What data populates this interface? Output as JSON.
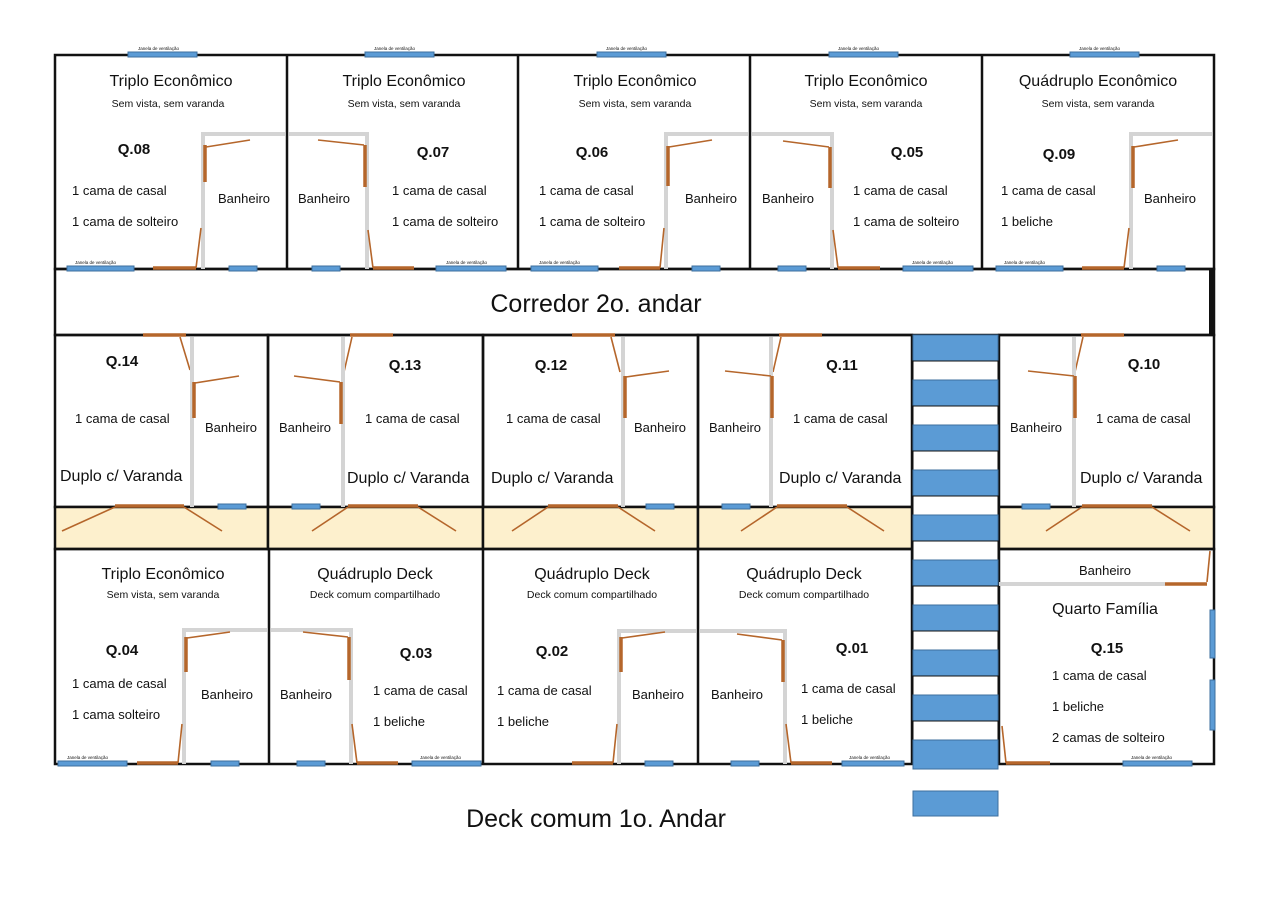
{
  "corridor_label": "Corredor 2o. andar",
  "deck_label": "Deck comum 1o. Andar",
  "window_label": "Janela de ventilação",
  "bathroom_label": "Banheiro",
  "top_rooms": [
    {
      "title": "Triplo Econômico",
      "subtitle": "Sem vista, sem varanda",
      "number": "Q.08",
      "beds": [
        "1 cama de casal",
        "1 cama de solteiro"
      ]
    },
    {
      "title": "Triplo Econômico",
      "subtitle": "Sem vista, sem varanda",
      "number": "Q.07",
      "beds": [
        "1 cama de casal",
        "1 cama de solteiro"
      ]
    },
    {
      "title": "Triplo Econômico",
      "subtitle": "Sem vista, sem varanda",
      "number": "Q.06",
      "beds": [
        "1 cama de casal",
        "1 cama de solteiro"
      ]
    },
    {
      "title": "Triplo Econômico",
      "subtitle": "Sem vista, sem varanda",
      "number": "Q.05",
      "beds": [
        "1 cama de casal",
        "1 cama de solteiro"
      ]
    },
    {
      "title": "Quádruplo Econômico",
      "subtitle": "Sem vista, sem varanda",
      "number": "Q.09",
      "beds": [
        "1 cama de casal",
        "1 beliche"
      ]
    }
  ],
  "middle_rooms": [
    {
      "number": "Q.14",
      "beds": [
        "1 cama de casal"
      ],
      "type": "Duplo c/ Varanda"
    },
    {
      "number": "Q.13",
      "beds": [
        "1 cama de casal"
      ],
      "type": "Duplo c/ Varanda"
    },
    {
      "number": "Q.12",
      "beds": [
        "1 cama de casal"
      ],
      "type": "Duplo c/ Varanda"
    },
    {
      "number": "Q.11",
      "beds": [
        "1 cama de casal"
      ],
      "type": "Duplo c/ Varanda"
    },
    {
      "number": "Q.10",
      "beds": [
        "1 cama de casal"
      ],
      "type": "Duplo c/ Varanda"
    }
  ],
  "bottom_rooms": [
    {
      "title": "Triplo Econômico",
      "subtitle": "Sem vista, sem varanda",
      "number": "Q.04",
      "beds": [
        "1 cama de casal",
        "1 cama solteiro"
      ]
    },
    {
      "title": "Quádruplo Deck",
      "subtitle": "Deck comum compartilhado",
      "number": "Q.03",
      "beds": [
        "1 cama de casal",
        "1 beliche"
      ]
    },
    {
      "title": "Quádruplo Deck",
      "subtitle": "Deck comum compartilhado",
      "number": "Q.02",
      "beds": [
        "1 cama de casal",
        "1 beliche"
      ]
    },
    {
      "title": "Quádruplo Deck",
      "subtitle": "Deck comum compartilhado",
      "number": "Q.01",
      "beds": [
        "1 cama de casal",
        "1 beliche"
      ]
    }
  ],
  "family_room": {
    "title": "Quarto Família",
    "number": "Q.15",
    "beds": [
      "1 cama de casal",
      "1 beliche",
      "2 camas de solteiro"
    ]
  },
  "colors": {
    "window": "#5b9bd5",
    "door": "#b5662b",
    "balcony": "#fdf0cd",
    "partition": "#d4d4d4",
    "wall": "#111111"
  }
}
